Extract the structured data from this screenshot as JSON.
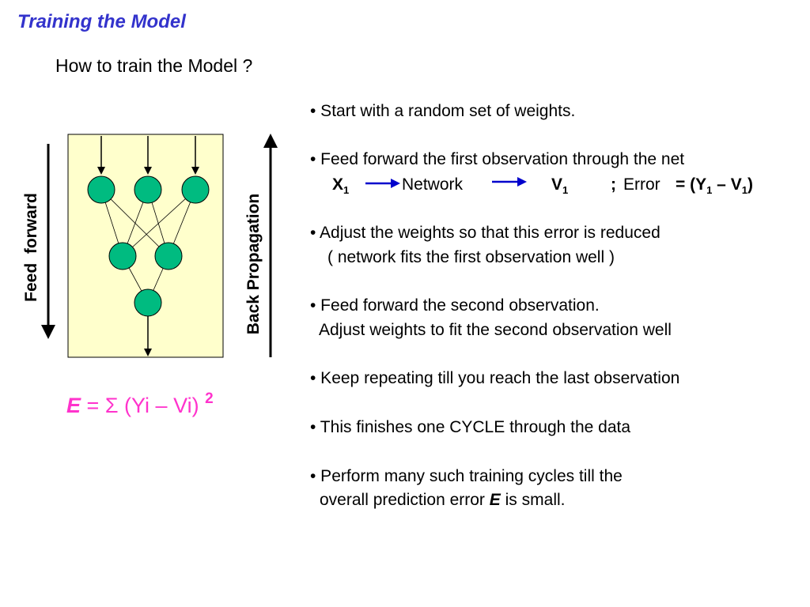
{
  "title": "Training the Model",
  "subtitle": "How to train the Model ?",
  "diagram": {
    "left_label": "Feed  forward",
    "right_label": "Back Propagation",
    "colors": {
      "node": "#00bb80",
      "panel": "#ffffcc",
      "arrow": "#000000",
      "flow_arrow": "#0000cc"
    }
  },
  "formula": {
    "symbol": "E",
    "equals": "=",
    "sigma": "Σ",
    "expr": "(Yi – Vi)",
    "power": "2",
    "color": "#ff33cc"
  },
  "bullets": {
    "b1": "• Start with a random set of weights.",
    "b2": "• Feed forward the first observation through the net",
    "flow": {
      "x": "X",
      "x_sub": "1",
      "network": "Network",
      "v": "V",
      "v_sub": "1",
      "semicolon": ";",
      "error_label": "Error",
      "formula_start": "= (Y",
      "y_sub": "1",
      "minus_v": " – V",
      "v2_sub": "1",
      "close": ")"
    },
    "b3_line1": "• Adjust the weights so that this error is reduced",
    "b3_line2": "( network fits the first observation well )",
    "b4_line1": "• Feed forward the second observation.",
    "b4_line2": "Adjust weights to fit the second observation well",
    "b5": "• Keep repeating till you reach the last observation",
    "b6": "• This finishes one CYCLE through the data",
    "b7_line1": "• Perform many such training cycles till the",
    "b7_line2_pre": "overall prediction error",
    "b7_line2_e": "E",
    "b7_line2_post": "is small."
  }
}
